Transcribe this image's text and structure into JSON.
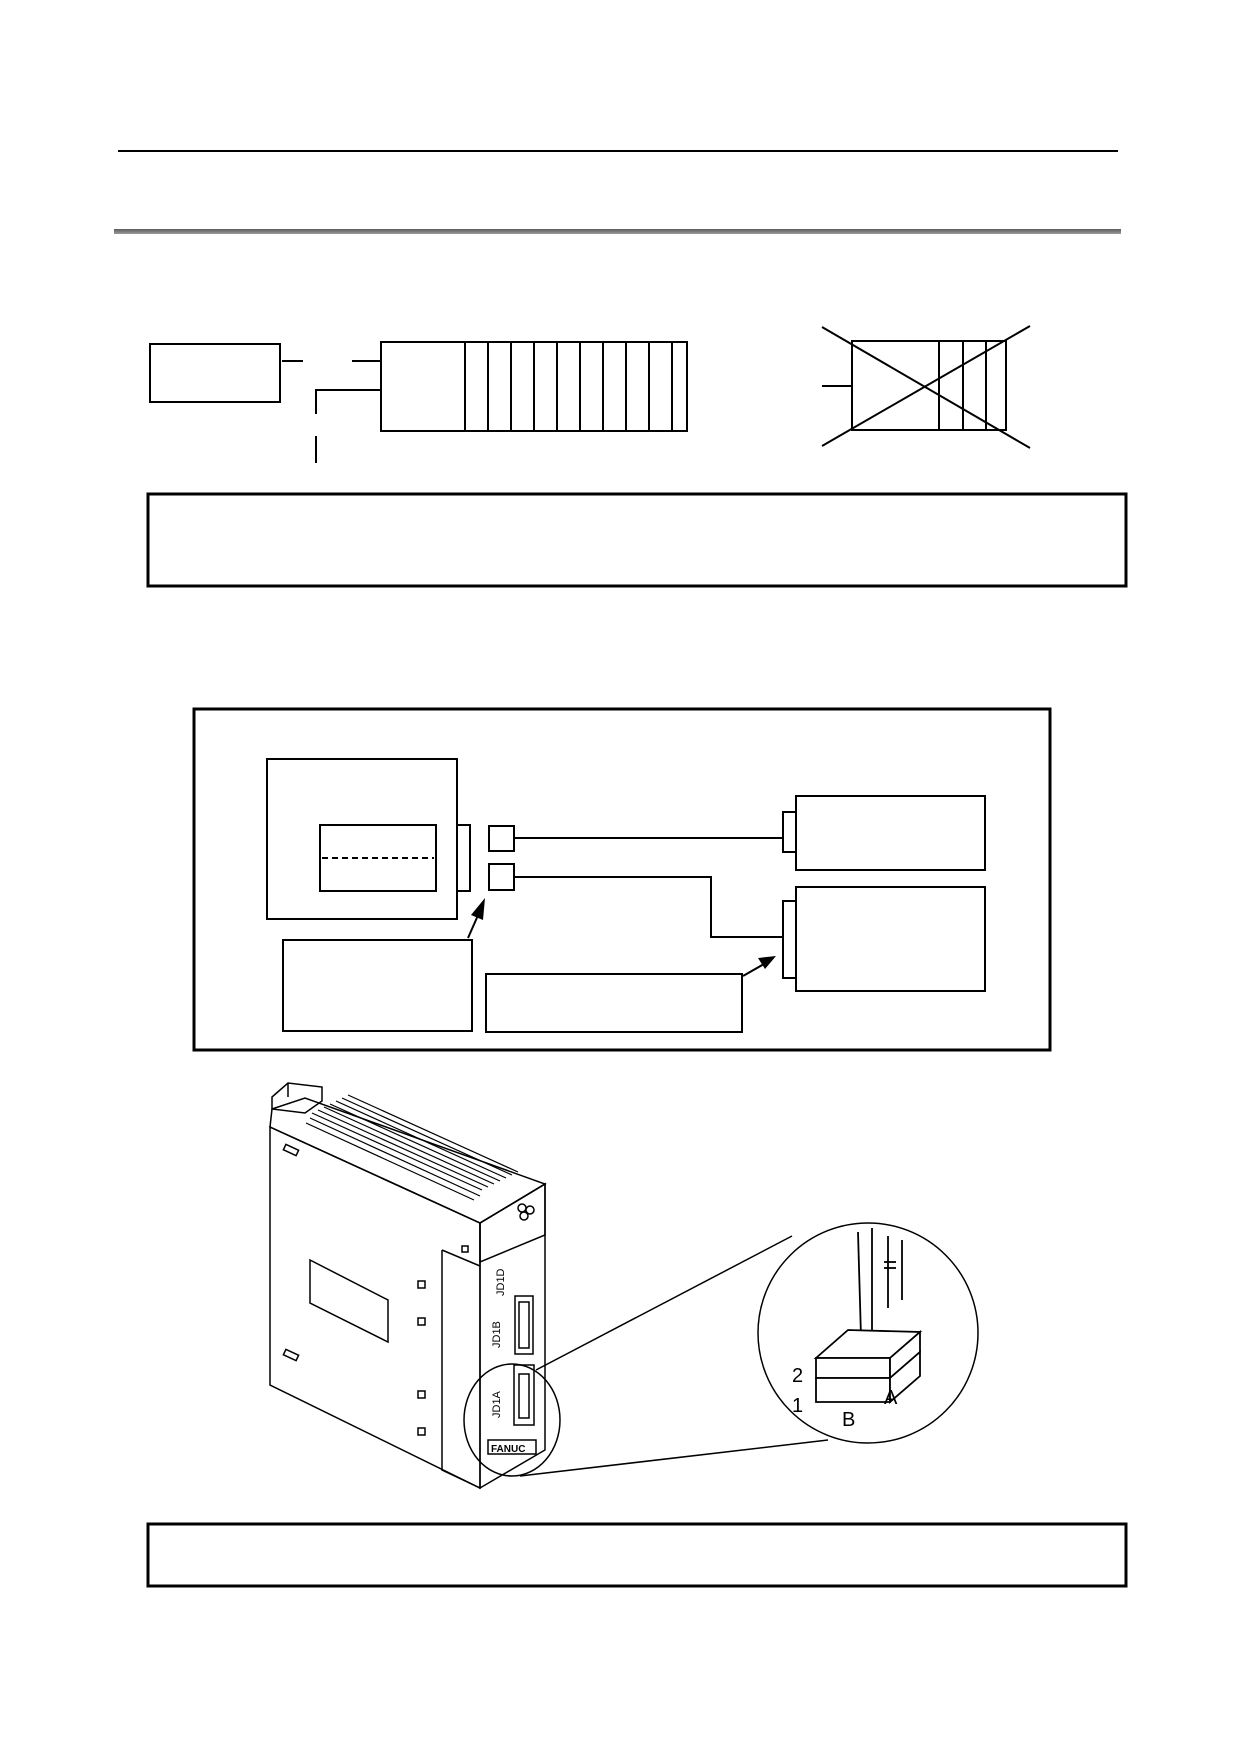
{
  "module_labels": {
    "jd1d": "JD1D",
    "jd1b": "JD1B",
    "jd1a": "JD1A",
    "brand": "FANUC"
  },
  "inset_labels": {
    "row2": "2",
    "row1": "1",
    "col_b": "B",
    "col_a": "A"
  },
  "colors": {
    "line": "#000000",
    "background": "#ffffff",
    "header_rule": "#7a7a7a"
  }
}
